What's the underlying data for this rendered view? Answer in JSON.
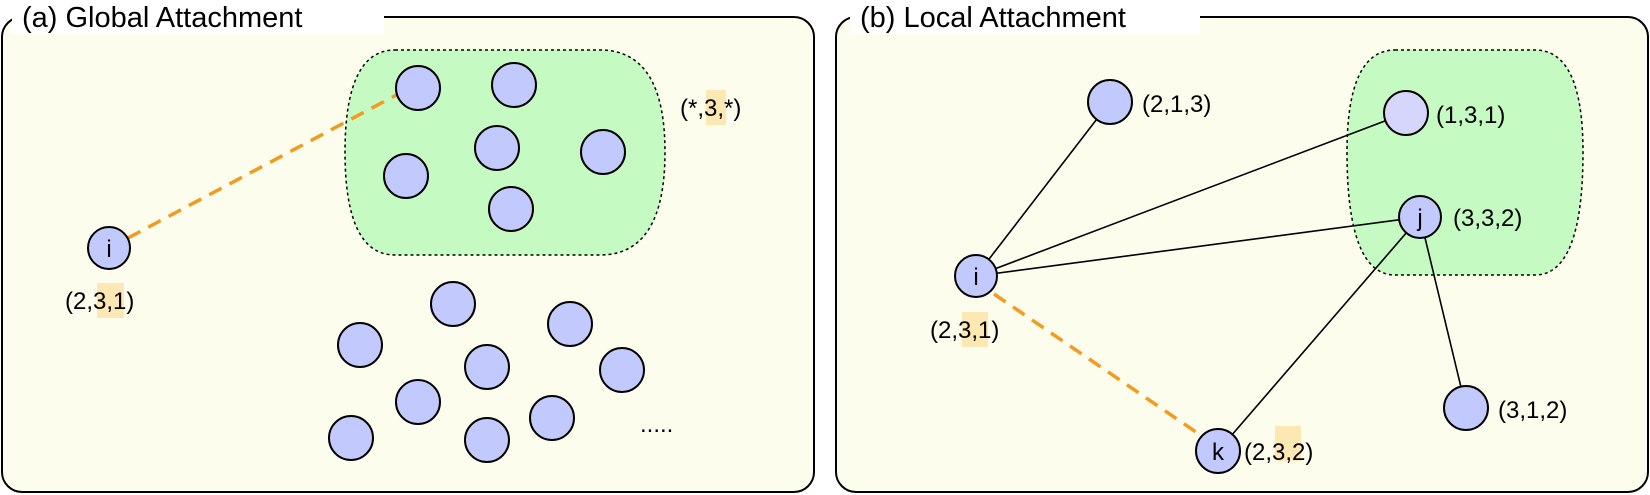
{
  "panels": {
    "global": {
      "title": "(a) Global Attachment",
      "node_i": {
        "label": "i",
        "attr_pre": "(2,",
        "attr_hl": "3",
        "attr_post": ",1)"
      },
      "group_attr": {
        "pre": "(*,",
        "hl": "3",
        "post": ",*)"
      },
      "ellipsis": "....."
    },
    "local": {
      "title": "(b) Local Attachment",
      "node_i": {
        "label": "i",
        "attr_pre": "(2,",
        "attr_hl": "3",
        "attr_post": ",1)"
      },
      "node_j": {
        "label": "j",
        "attr": "(3,3,2)"
      },
      "node_k": {
        "label": "k",
        "attr_pre": "(2,",
        "attr_hl": "3",
        "attr_post": ",2)"
      },
      "node_213": {
        "attr": "(2,1,3)"
      },
      "node_131": {
        "attr": "(1,3,1)"
      },
      "node_312": {
        "attr": "(3,1,2)"
      }
    }
  },
  "colors": {
    "panel_fill": "#fdfdee",
    "node_fill": "#c2c9fd",
    "group_fill": "#c5fbc3",
    "attachment_edge": "#f59a1e",
    "highlight": "#fde8b3"
  }
}
